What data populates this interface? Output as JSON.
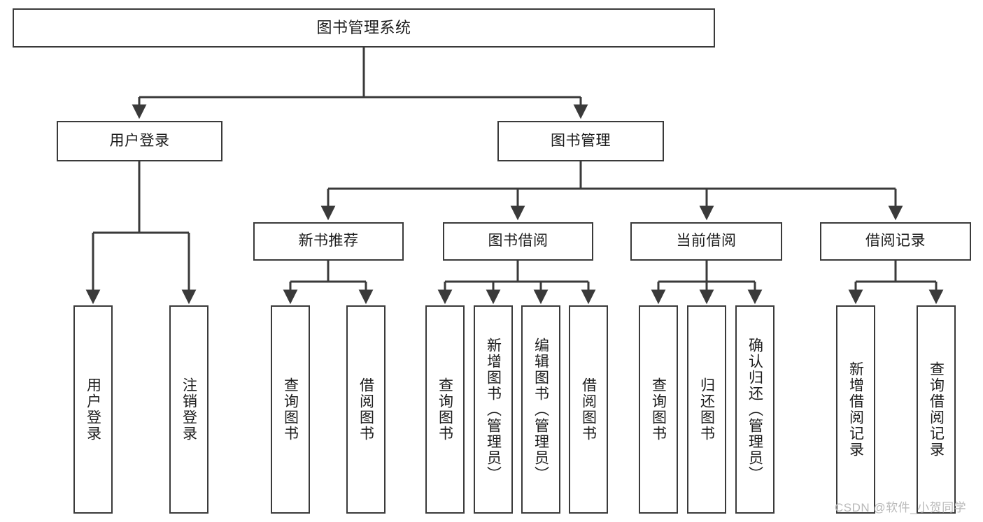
{
  "diagram": {
    "title": "图书管理系统",
    "type": "tree-hierarchy-diagram",
    "watermark": "CSDN @软件_小贺同学",
    "colors": {
      "stroke": "#3a3a3a",
      "box_fill": "#ffffff",
      "text": "#1c1c1c",
      "watermark": "#b9b9b9",
      "background": "#ffffff"
    },
    "nodes": {
      "root": {
        "label": "图书管理系统"
      },
      "level2": [
        {
          "id": "user-login",
          "label": "用户登录"
        },
        {
          "id": "book-management",
          "label": "图书管理"
        }
      ],
      "level3": [
        {
          "id": "new-book-recommend",
          "label": "新书推荐"
        },
        {
          "id": "book-borrow",
          "label": "图书借阅"
        },
        {
          "id": "current-borrow",
          "label": "当前借阅"
        },
        {
          "id": "borrow-record",
          "label": "借阅记录"
        }
      ],
      "leaves": {
        "user_login": [
          {
            "id": "leaf-user-login",
            "label": "用户登录"
          },
          {
            "id": "leaf-logout-login",
            "label": "注销登录"
          }
        ],
        "new_book_recommend": [
          {
            "id": "leaf-query-book-1",
            "label": "查询图书"
          },
          {
            "id": "leaf-borrow-book-1",
            "label": "借阅图书"
          }
        ],
        "book_borrow": [
          {
            "id": "leaf-query-book-2",
            "label": "查询图书"
          },
          {
            "id": "leaf-add-book",
            "label": "新增图书（管理员）"
          },
          {
            "id": "leaf-edit-book",
            "label": "编辑图书（管理员）"
          },
          {
            "id": "leaf-borrow-book-2",
            "label": "借阅图书"
          }
        ],
        "current_borrow": [
          {
            "id": "leaf-query-book-3",
            "label": "查询图书"
          },
          {
            "id": "leaf-return-book",
            "label": "归还图书"
          },
          {
            "id": "leaf-confirm-return",
            "label": "确认归还（管理员）"
          }
        ],
        "borrow_record": [
          {
            "id": "leaf-add-record",
            "label": "新增借阅记录"
          },
          {
            "id": "leaf-query-record",
            "label": "查询借阅记录"
          }
        ]
      }
    }
  }
}
